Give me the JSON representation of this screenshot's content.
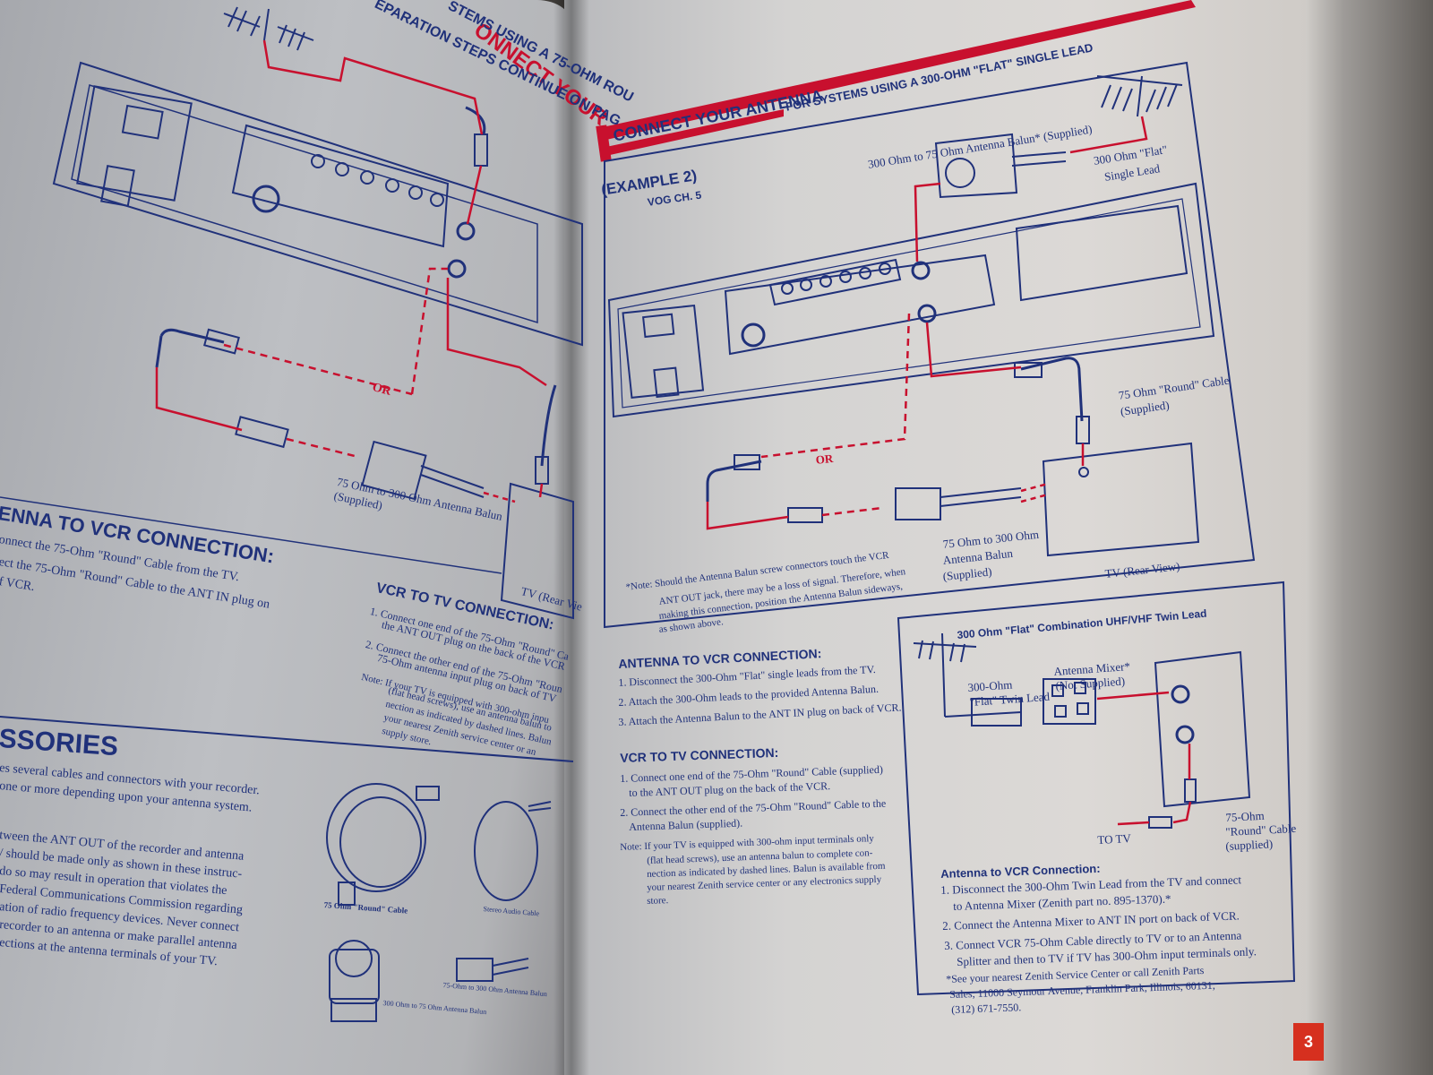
{
  "left_page": {
    "header_line1": "ONNECT YOUR",
    "header_line2": "STEMS USING A 75-OHM ROU",
    "header_line3": "EPARATION STEPS CONTINUE ON PAG",
    "balun_label": "75 Ohm to 300 Ohm Antenna Balun (Supplied)",
    "or_label": "OR",
    "tv_label": "TV (Rear Vie",
    "antenna_to_vcr_heading": "ENNA TO VCR CONNECTION:",
    "antenna_to_vcr_step1": "onnect the 75-Ohm \"Round\" Cable from the TV.",
    "antenna_to_vcr_step2": "ect the 75-Ohm \"Round\" Cable to the ANT IN plug on",
    "antenna_to_vcr_step2b": "f VCR.",
    "vcr_to_tv_heading": "VCR TO TV CONNECTION:",
    "vcr_to_tv_step1a": "1. Connect one end of the 75-Ohm \"Round\" Ca",
    "vcr_to_tv_step1b": "the ANT OUT plug on the back of the VCR",
    "vcr_to_tv_step2a": "2. Connect the other end of the 75-Ohm \"Roun",
    "vcr_to_tv_step2b": "75-Ohm antenna input plug on back of TV",
    "vcr_note_1": "Note: If your TV is equipped with 300-ohm inpu",
    "vcr_note_2": "(flat head screws), use an antenna balun to",
    "vcr_note_3": "nection as indicated by dashed lines. Balun",
    "vcr_note_4": "your nearest Zenith service center or an",
    "vcr_note_5": "supply store.",
    "accessories_heading": "SSORIES",
    "accessories_p1": "es several cables and connectors with your recorder.",
    "accessories_p2": "one or more depending upon your antenna system.",
    "accessories_p3": "tween the ANT OUT of the recorder and antenna",
    "accessories_p4": "/ should be made only as shown in these instruc-",
    "accessories_p5": "do so may result in operation that violates the",
    "accessories_p6": "Federal Communications Commission regarding",
    "accessories_p7": "ation of radio frequency devices. Never connect",
    "accessories_p8": "recorder to an antenna or make parallel antenna",
    "accessories_p9": "ections at the antenna terminals of your TV.",
    "acc_round_cable": "75 Ohm \"Round\" Cable",
    "acc_stereo_cable": "Stereo Audio Cable",
    "acc_balun_75_300": "75-Ohm to 300 Ohm Antenna Balun",
    "acc_balun_300_75": "300 Ohm to 75 Ohm Antenna Balun"
  },
  "right_page": {
    "title": "CONNECT YOUR ANTENNA",
    "subtitle": "FOR SYSTEMS USING A 300-OHM \"FLAT\" SINGLE LEAD",
    "example_label": "(EXAMPLE 2)",
    "vog_label": "VOG CH. 5",
    "balun_top_label": "300 Ohm to 75 Ohm Antenna Balun* (Supplied)",
    "flat_lead_label_1": "300 Ohm \"Flat\"",
    "flat_lead_label_2": "Single Lead",
    "round_cable_label_1": "75 Ohm \"Round\" Cable",
    "round_cable_label_2": "(Supplied)",
    "or_label": "OR",
    "balun_bottom_1": "75 Ohm to 300 Ohm",
    "balun_bottom_2": "Antenna Balun",
    "balun_bottom_3": "(Supplied)",
    "tv_rear_view": "TV (Rear View)",
    "note_1": "*Note: Should the Antenna Balun screw connectors touch the VCR",
    "note_2": "ANT OUT jack, there may be a loss of signal. Therefore, when",
    "note_3": "making this connection, position the Antenna Balun sideways,",
    "note_4": "as shown above.",
    "antenna_to_vcr_heading": "ANTENNA TO VCR CONNECTION:",
    "antenna_to_vcr_steps": [
      "1. Disconnect the 300-Ohm \"Flat\" single leads from the TV.",
      "2. Attach the 300-Ohm leads to the provided Antenna Balun.",
      "3. Attach the Antenna Balun to the ANT IN plug on back of VCR."
    ],
    "vcr_to_tv_heading": "VCR TO TV CONNECTION:",
    "vcr_to_tv_1a": "1. Connect one end of the 75-Ohm \"Round\" Cable (supplied)",
    "vcr_to_tv_1b": "to the ANT OUT plug on the back of the VCR.",
    "vcr_to_tv_2a": "2. Connect the other end of the 75-Ohm \"Round\" Cable to the",
    "vcr_to_tv_2b": "Antenna Balun (supplied).",
    "note_b1": "Note: If your TV is equipped with 300-ohm input terminals only",
    "note_b2": "(flat head screws), use an antenna balun to complete con-",
    "note_b3": "nection as indicated by dashed lines. Balun is available from",
    "note_b4": "your nearest Zenith service center or any electronics supply",
    "note_b5": "store.",
    "box_title": "300 Ohm \"Flat\" Combination UHF/VHF Twin Lead",
    "box_twin_lead_1": "300-Ohm",
    "box_twin_lead_2": "\"Flat\" Twin Lead",
    "box_mixer_1": "Antenna Mixer*",
    "box_mixer_2": "(Not Supplied)",
    "box_round_1": "75-Ohm",
    "box_round_2": "\"Round\" Cable",
    "box_round_3": "(supplied)",
    "box_to_tv": "TO TV",
    "box_conn_heading": "Antenna to VCR Connection:",
    "box_step1a": "1. Disconnect the 300-Ohm Twin Lead from the TV and connect",
    "box_step1b": "to Antenna Mixer (Zenith part no. 895-1370).*",
    "box_step2": "2. Connect the Antenna Mixer to ANT IN port on back of VCR.",
    "box_step3a": "3. Connect VCR 75-Ohm Cable directly to TV or to an Antenna",
    "box_step3b": "Splitter and then to TV if TV has 300-Ohm input terminals only.",
    "box_foot_1": "*See your nearest Zenith Service Center or call Zenith Parts",
    "box_foot_2": "Sales, 11000 Seymour Avenue, Franklin Park, Illinois, 60131,",
    "box_foot_3": "(312) 671-7550.",
    "page_number": "3"
  },
  "colors": {
    "ink": "#20317a",
    "accent": "#c8102e",
    "paper": "#d8d6d3"
  }
}
